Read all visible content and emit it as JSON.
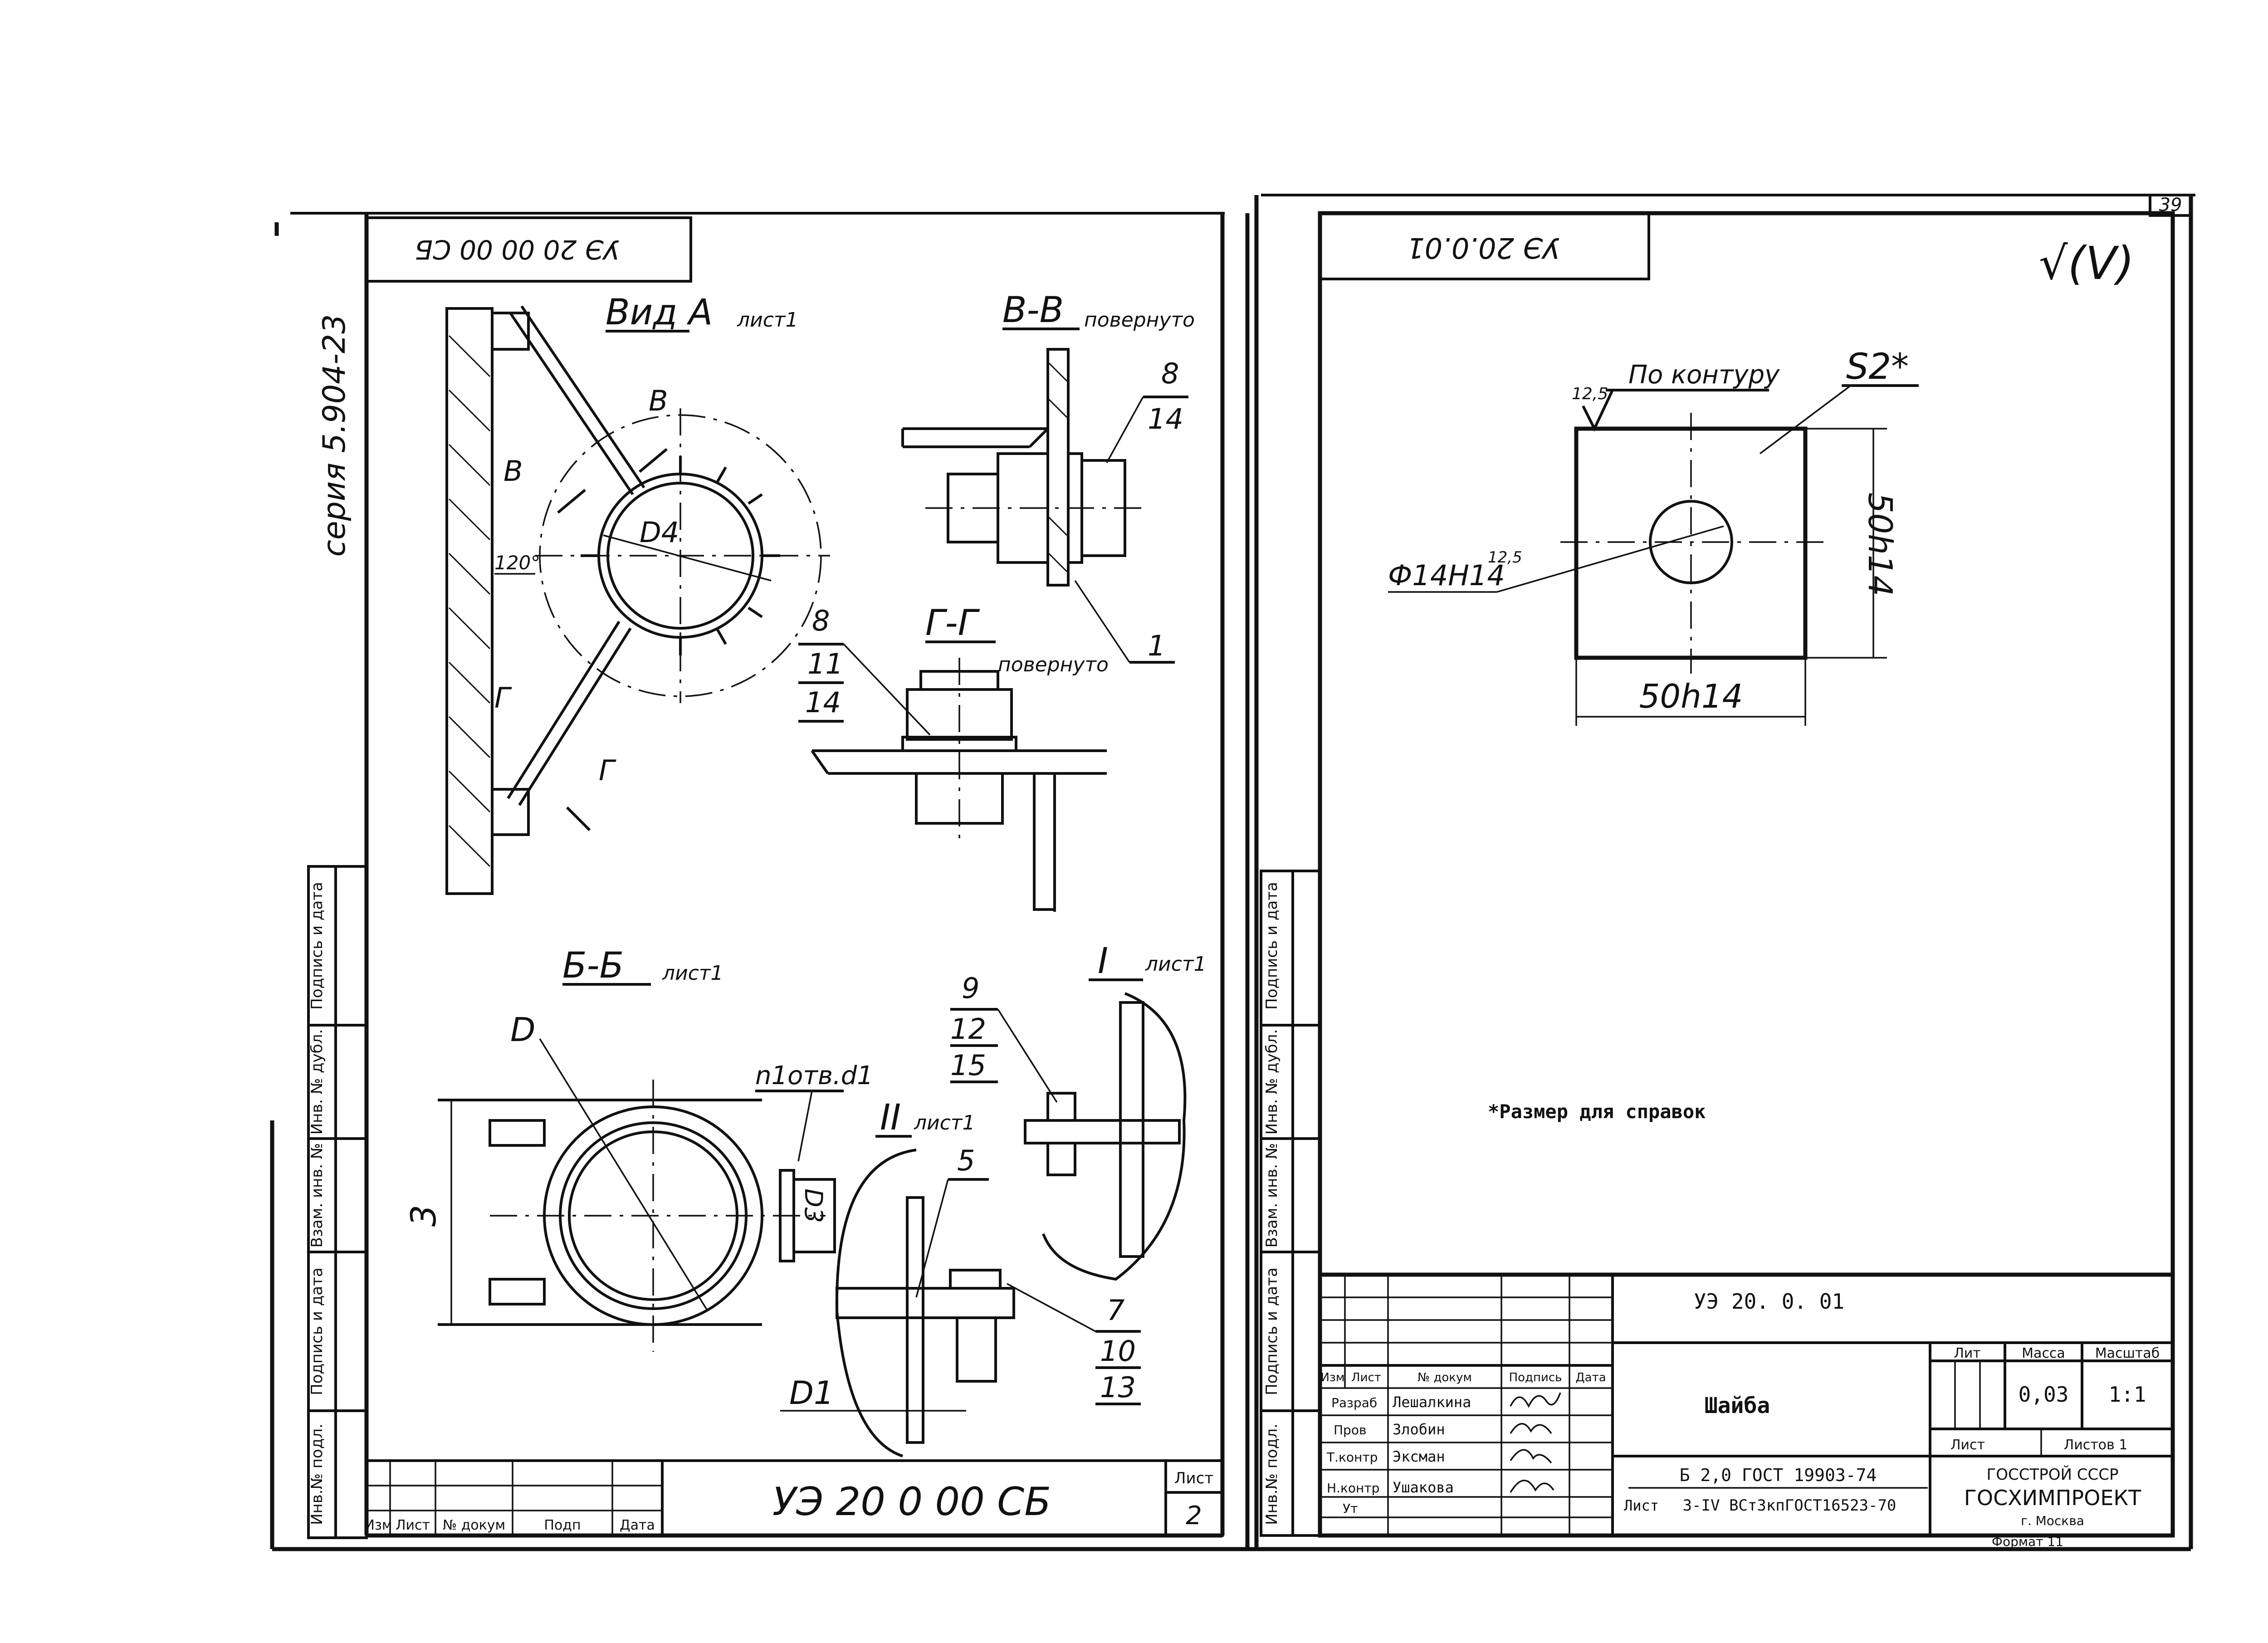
{
  "left_sheet": {
    "top_stamp_code": "УЭ 20 00 00 СБ",
    "series_label": "серия 5.904-23",
    "views": {
      "view_a": {
        "title": "Вид А",
        "ref": "лист1"
      },
      "section_v": {
        "title": "В-В",
        "note": "повернуто"
      },
      "section_g": {
        "title": "Г-Г",
        "note": "повернуто"
      },
      "section_b": {
        "title": "Б-Б",
        "ref": "лист1"
      },
      "detail_1": {
        "title": "I",
        "ref": "лист1"
      },
      "detail_2": {
        "title": "II",
        "ref": "лист1"
      }
    },
    "labels": {
      "cut_b": "В",
      "cut_g": "Г",
      "angle": "120°",
      "d4": "D4",
      "d": "D",
      "d1": "D1",
      "d3": "D3",
      "holes": "n1отв.d1",
      "dim_3": "3"
    },
    "callouts": {
      "c_8_14": [
        "8",
        "14"
      ],
      "c_1": "1",
      "c_8_11_14": [
        "8",
        "11",
        "14"
      ],
      "c_9_12_15": [
        "9",
        "12",
        "15"
      ],
      "c_5": "5",
      "c_7_10_13": [
        "7",
        "10",
        "13"
      ]
    },
    "side_columns": [
      "Инв.№ подл.",
      "Подпись и дата",
      "Взам. инв. №",
      "Инв. № дубл.",
      "Подпись и дата"
    ],
    "title_block": {
      "code": "УЭ 20 0 00 СБ",
      "headers": [
        "Изм",
        "Лист",
        "№ докум",
        "Подп",
        "Дата"
      ],
      "sheet_label": "Лист",
      "sheet_no": "2"
    }
  },
  "right_sheet": {
    "corner_no": "39",
    "top_stamp_code": "УЭ 20.0.01",
    "roughness": "√(V)",
    "part": {
      "contour_note": "По контуру",
      "contour_rough": "12,5",
      "thickness": "S2*",
      "hole": "Ф14Н14",
      "hole_rough": "12,5",
      "height": "50h14",
      "width": "50h14"
    },
    "note": "*Размер для справок",
    "side_columns": [
      "Инв.№ подл.",
      "Подпись и дата",
      "Взам. инв. №",
      "Инв. № дубл.",
      "Подпись и дата"
    ],
    "title_block": {
      "code": "УЭ 20. 0. 01",
      "name": "Шайба",
      "headers": [
        "Изм",
        "Лист",
        "№ докум",
        "Подпись",
        "Дата"
      ],
      "rows": [
        {
          "role": "Разраб",
          "name": "Лешалкина"
        },
        {
          "role": "Пров",
          "name": "Злобин"
        },
        {
          "role": "Т.контр",
          "name": "Эксман"
        },
        {
          "role": "Н.контр",
          "name": "Ушакова"
        },
        {
          "role": "Ут",
          "name": ""
        }
      ],
      "lit_label": "Лит",
      "mass_label": "Масса",
      "scale_label": "Масштаб",
      "mass": "0,03",
      "scale": "1:1",
      "sheet_label": "Лист",
      "sheets_label": "Листов 1",
      "material_1": "Б 2,0 ГОСТ 19903-74",
      "material_prefix": "Лист",
      "material_2": "3-IV ВСт3кпГОСТ16523-70",
      "org_1": "ГОССТРОЙ СССР",
      "org_2": "ГОСХИМПРОЕКТ",
      "org_3": "г. Москва",
      "format": "Формат 11"
    }
  }
}
